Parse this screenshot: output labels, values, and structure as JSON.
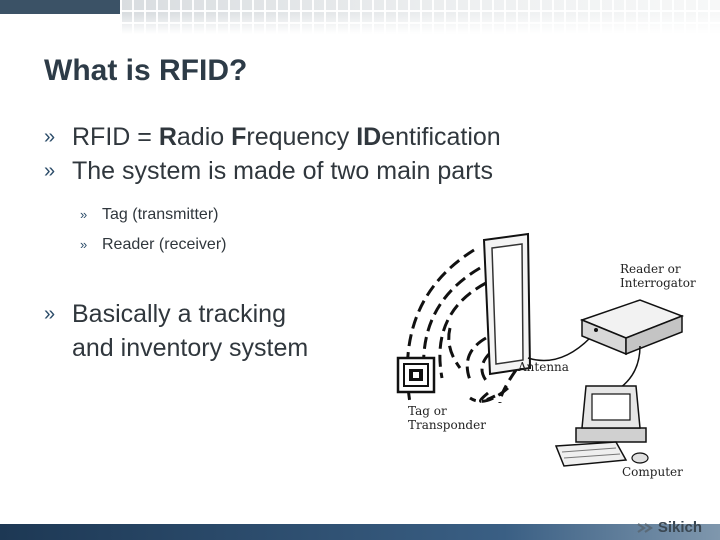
{
  "slide": {
    "title": "What is RFID?",
    "bullets": {
      "rfid_definition": {
        "prefix": "RFID = ",
        "r_bold": "R",
        "r_rest": "adio ",
        "f_bold": "F",
        "f_rest": "requency ",
        "id_bold": "ID",
        "id_rest": "entification"
      },
      "system_parts": "The system is made of two main parts",
      "sub_items": [
        "Tag (transmitter)",
        "Reader (receiver)"
      ],
      "basically_line1": "Basically a tracking",
      "basically_line2": "and inventory system"
    },
    "bullet_marker": "»"
  },
  "diagram": {
    "labels": {
      "reader_line1": "Reader or",
      "reader_line2": "Interrogator",
      "antenna": "Antenna",
      "tag_line1": "Tag or",
      "tag_line2": "Transponder",
      "computer": "Computer"
    }
  },
  "footer": {
    "logo_text": "Sikich",
    "colors": {
      "band_dark": "#1d3854",
      "band_light": "#7f97ad",
      "accent": "#2d4d6a"
    }
  }
}
